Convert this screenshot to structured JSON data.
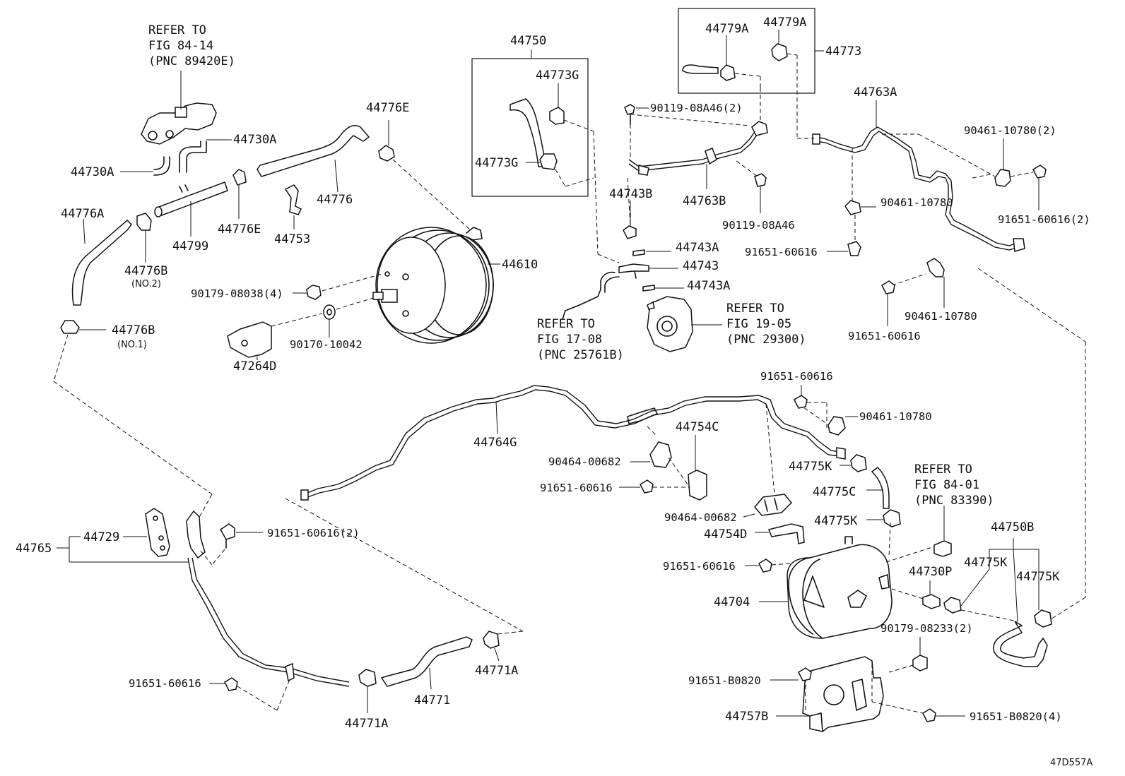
{
  "diagram_code": "47D557A",
  "refs": {
    "r1": [
      "REFER TO",
      "FIG 84-14",
      "(PNC 89420E)"
    ],
    "r2": [
      "REFER TO",
      "FIG 17-08",
      "(PNC 25761B)"
    ],
    "r3": [
      "REFER TO",
      "FIG 19-05",
      "(PNC 29300)"
    ],
    "r4": [
      "REFER TO",
      "FIG 84-01",
      "(PNC 83390)"
    ]
  },
  "labels": {
    "p44730A_a": "44730A",
    "p44730A_b": "44730A",
    "p44776A": "44776A",
    "p44776B_2": "44776B",
    "p44776B_2_note": "(NO.2)",
    "p44776B_1": "44776B",
    "p44776B_1_note": "(NO.1)",
    "p44799": "44799",
    "p44776E_a": "44776E",
    "p44776E_b": "44776E",
    "p44753": "44753",
    "p44776": "44776",
    "p44750": "44750",
    "p44773G_a": "44773G",
    "p44773G_b": "44773G",
    "p44610": "44610",
    "p90179_08038": "90179-08038(4)",
    "p90170_10042": "90170-10042",
    "p47264D": "47264D",
    "p44779A_a": "44779A",
    "p44779A_b": "44779A",
    "p44773": "44773",
    "p90119_08A46_2": "90119-08A46(2)",
    "p44743B": "44743B",
    "p44763B": "44763B",
    "p90119_08A46": "90119-08A46",
    "p44743A_a": "44743A",
    "p44743": "44743",
    "p44743A_b": "44743A",
    "p44763A": "44763A",
    "p90461_10780_2": "90461-10780(2)",
    "p90461_10780_a": "90461-10780",
    "p91651_60616_2a": "91651-60616(2)",
    "p91651_60616_a": "91651-60616",
    "p90461_10780_b": "90461-10780",
    "p91651_60616_b": "91651-60616",
    "p91651_60616_c": "91651-60616",
    "p90461_10780_c": "90461-10780",
    "p44764G": "44764G",
    "p44754C": "44754C",
    "p90464_00682_a": "90464-00682",
    "p91651_60616_d": "91651-60616",
    "p90464_00682_b": "90464-00682",
    "p44775K_a": "44775K",
    "p44775C": "44775C",
    "p44775K_b": "44775K",
    "p44754D": "44754D",
    "p91651_60616_e": "91651-60616",
    "p44730P": "44730P",
    "p44775K_c": "44775K",
    "p44750B": "44750B",
    "p44775K_d": "44775K",
    "p44704": "44704",
    "p90179_08233": "90179-08233(2)",
    "p91651_B0820": "91651-B0820",
    "p44757B": "44757B",
    "p91651_B0820_4": "91651-B0820(4)",
    "p44765": "44765",
    "p44729": "44729",
    "p91651_60616_2b": "91651-60616(2)",
    "p44771A_a": "44771A",
    "p44771": "44771",
    "p44771A_b": "44771A",
    "p91651_60616_f": "91651-60616"
  }
}
